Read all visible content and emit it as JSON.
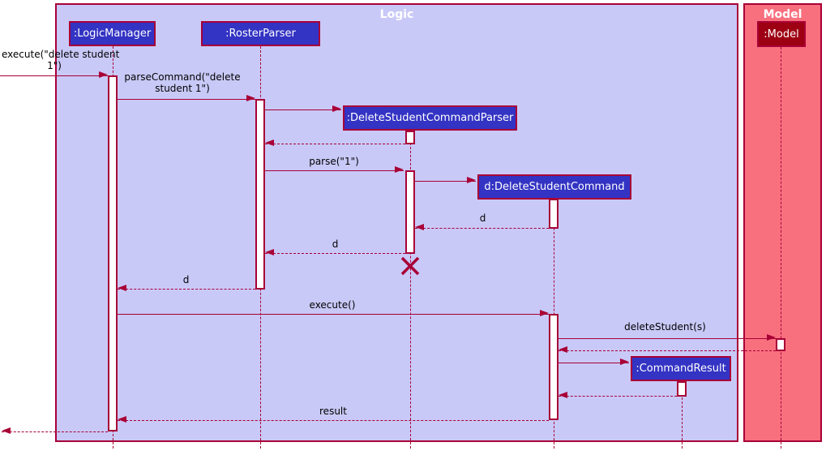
{
  "frames": {
    "logic": {
      "title": "Logic",
      "bg_color": "#C9C9F8"
    },
    "model": {
      "title": "Model",
      "bg_color": "#F8707E"
    }
  },
  "colors": {
    "arrow": "#A80036",
    "participant_bg": "#3333C4",
    "model_participant_bg": "#9D0012",
    "activation_bg": "#FFFFFF"
  },
  "participants": {
    "logic_manager": {
      "label": ":LogicManager"
    },
    "roster_parser": {
      "label": ":RosterParser"
    },
    "delete_student_command_parser": {
      "label": ":DeleteStudentCommandParser"
    },
    "delete_student_command": {
      "label": "d:DeleteStudentCommand"
    },
    "command_result": {
      "label": ":CommandResult"
    },
    "model": {
      "label": ":Model"
    }
  },
  "messages": {
    "execute_in": {
      "line1": "execute(\"delete student",
      "line2": "1\")",
      "kind": "solid",
      "from": "caller",
      "to": "logic_manager"
    },
    "parse_command": {
      "line1": "parseCommand(\"delete",
      "line2": "student 1\")",
      "kind": "solid",
      "from": "logic_manager",
      "to": "roster_parser"
    },
    "create_parser": {
      "label": "",
      "kind": "create",
      "from": "roster_parser",
      "to": "delete_student_command_parser"
    },
    "return_parser_created": {
      "label": "",
      "kind": "return",
      "from": "delete_student_command_parser",
      "to": "roster_parser"
    },
    "parse_1": {
      "label": "parse(\"1\")",
      "kind": "solid",
      "from": "roster_parser",
      "to": "delete_student_command_parser"
    },
    "create_command": {
      "label": "",
      "kind": "create",
      "from": "delete_student_command_parser",
      "to": "delete_student_command"
    },
    "return_d_to_parser": {
      "label": "d",
      "kind": "return",
      "from": "delete_student_command",
      "to": "delete_student_command_parser"
    },
    "return_d_to_roster": {
      "label": "d",
      "kind": "return",
      "from": "delete_student_command_parser",
      "to": "roster_parser"
    },
    "return_d_to_logic": {
      "label": "d",
      "kind": "return",
      "from": "roster_parser",
      "to": "logic_manager"
    },
    "execute_cmd": {
      "label": "execute()",
      "kind": "solid",
      "from": "logic_manager",
      "to": "delete_student_command"
    },
    "delete_student": {
      "label": "deleteStudent(s)",
      "kind": "solid",
      "from": "delete_student_command",
      "to": "model"
    },
    "return_from_model": {
      "label": "",
      "kind": "return",
      "from": "model",
      "to": "delete_student_command"
    },
    "create_command_result": {
      "label": "",
      "kind": "create",
      "from": "delete_student_command",
      "to": "command_result"
    },
    "return_command_result": {
      "label": "",
      "kind": "return",
      "from": "command_result",
      "to": "delete_student_command"
    },
    "result": {
      "label": "result",
      "kind": "return",
      "from": "delete_student_command",
      "to": "logic_manager"
    },
    "return_out": {
      "label": "",
      "kind": "return",
      "from": "logic_manager",
      "to": "caller"
    }
  },
  "destroyed": "delete_student_command_parser"
}
